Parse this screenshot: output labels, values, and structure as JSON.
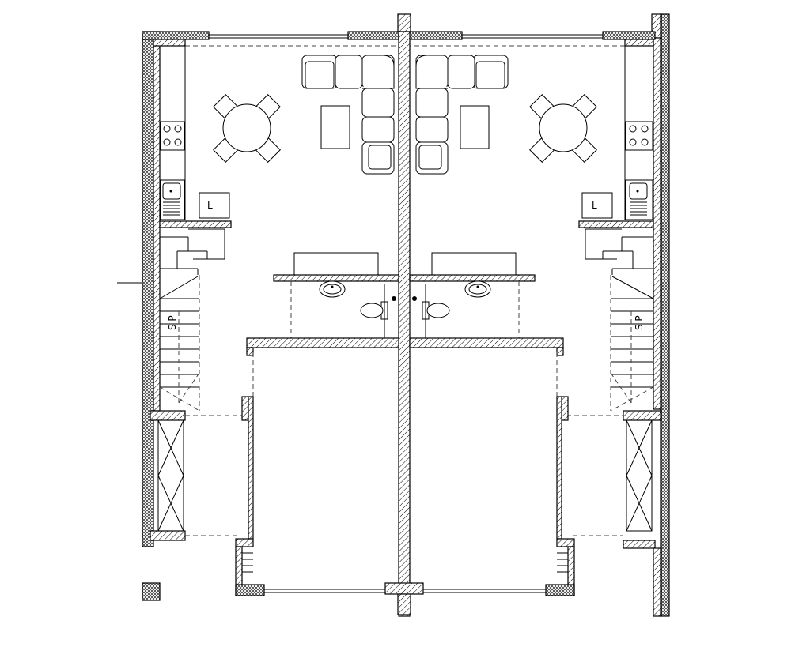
{
  "labels": {
    "left_laundry": "L",
    "right_laundry": "L",
    "left_storage": "S P",
    "right_storage": "S P"
  },
  "colors": {
    "line": "#000000",
    "background": "#ffffff"
  }
}
